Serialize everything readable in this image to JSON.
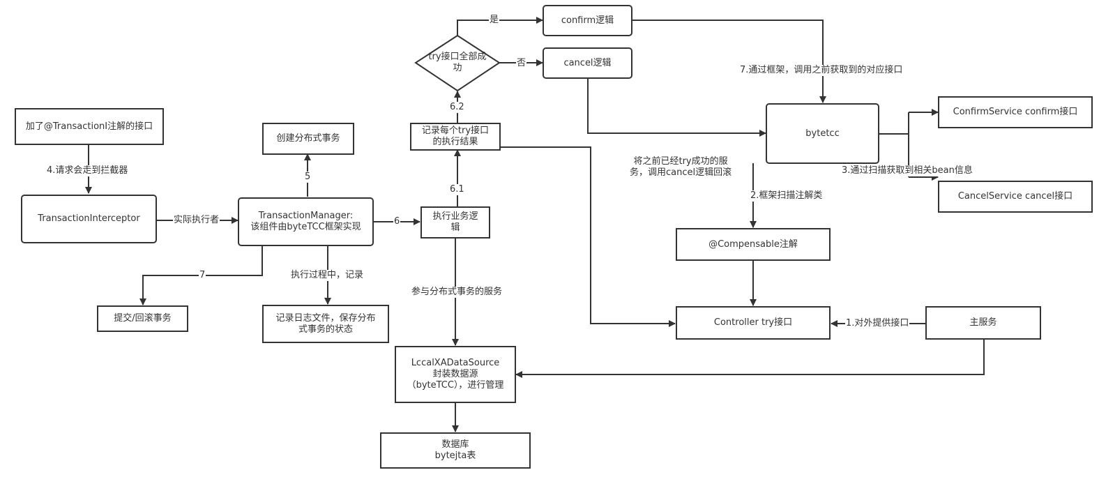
{
  "colors": {
    "stroke": "#333333",
    "text": "#333333",
    "background": "#ffffff"
  },
  "nodes": {
    "annotated_interface": "加了@TransactionI注解的接口",
    "transaction_interceptor": "TransactionInterceptor",
    "transaction_manager": "TransactionManager:\n该组件由byteTCC框架实现",
    "create_distributed_tx": "创建分布式事务",
    "commit_rollback": "提交/回滚事务",
    "record_log": "记录日志文件，保存分布\n式事务的状态",
    "execute_business": "执行业务逻\n辑",
    "record_try_result": "记录每个try接口\n的执行结果",
    "try_all_success": "try接口全部成\n功",
    "confirm_logic": "confirm逻辑",
    "cancel_logic": "cancel逻辑",
    "bytetcc": "bytetcc",
    "confirm_service": "ConfirmService confirm接口",
    "cancel_service": "CancelService cancel接口",
    "compensable_annotation": "@Compensable注解",
    "controller_try": "Controller try接口",
    "main_service": "主服务",
    "local_xa_datasource": "LccalXADataSource\n封装数据源\n（byteTCC），进行管理",
    "database": "数据库\nbytejta表"
  },
  "edges": {
    "request_to_interceptor": "4.请求会走到拦截器",
    "actual_executor": "实际执行者",
    "step5": "5",
    "step6": "6",
    "step7": "7",
    "record_during_execution": "执行过程中，记录",
    "step6_1": "6.1",
    "step6_2": "6.2",
    "yes": "是",
    "no": "否",
    "participate_service": "参与分布式事务的服务",
    "call_via_framework": "7.通过框架，调用之前获取到的对应接口",
    "rollback_note": "将之前已经try成功的服\n务，调用cancel逻辑回滚",
    "scan_annotation": "2.框架扫描注解类",
    "scan_bean_info": "3.通过扫描获取到相关bean信息",
    "provide_interface": "1.对外提供接口"
  }
}
